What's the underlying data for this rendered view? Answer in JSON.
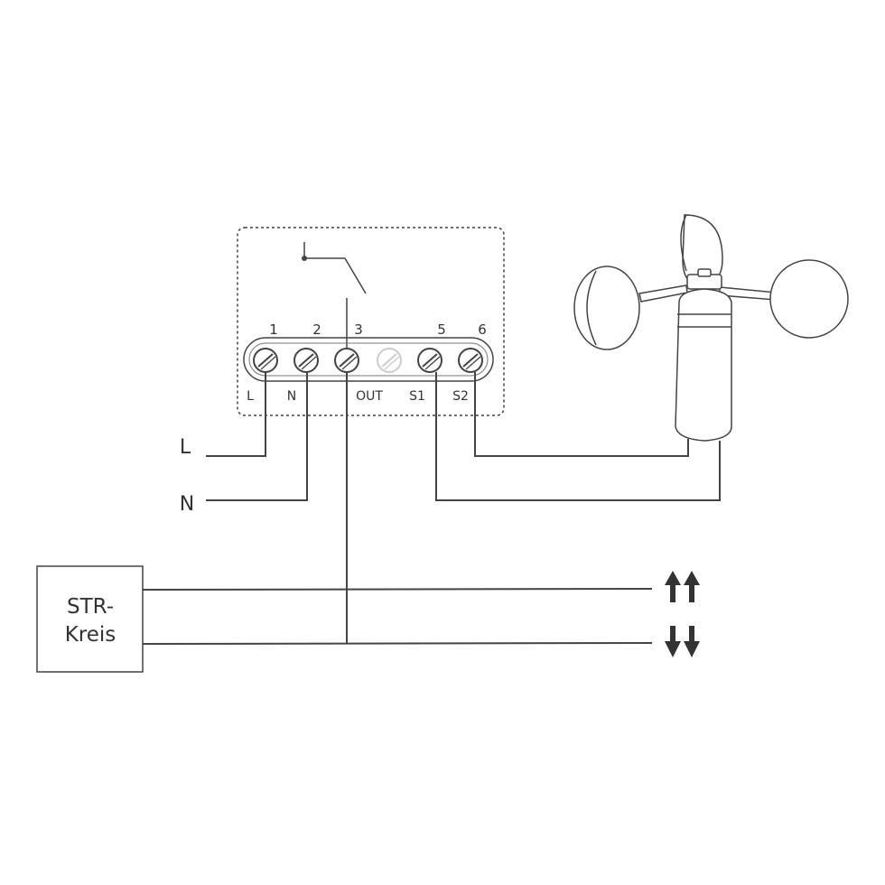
{
  "terminals": {
    "numbers": [
      "1",
      "2",
      "3",
      "5",
      "6"
    ],
    "labels": [
      "L",
      "N",
      "OUT",
      "S1",
      "S2"
    ]
  },
  "supply": {
    "line": "L",
    "neutral": "N"
  },
  "str_box": {
    "line1": "STR-",
    "line2": "Kreis"
  },
  "colors": {
    "stroke": "#444444",
    "text": "#333333",
    "unused_terminal": "#cccccc"
  },
  "icons": {
    "up": "double-up-arrow-icon",
    "down": "double-down-arrow-icon",
    "sensor": "anemometer-icon"
  }
}
